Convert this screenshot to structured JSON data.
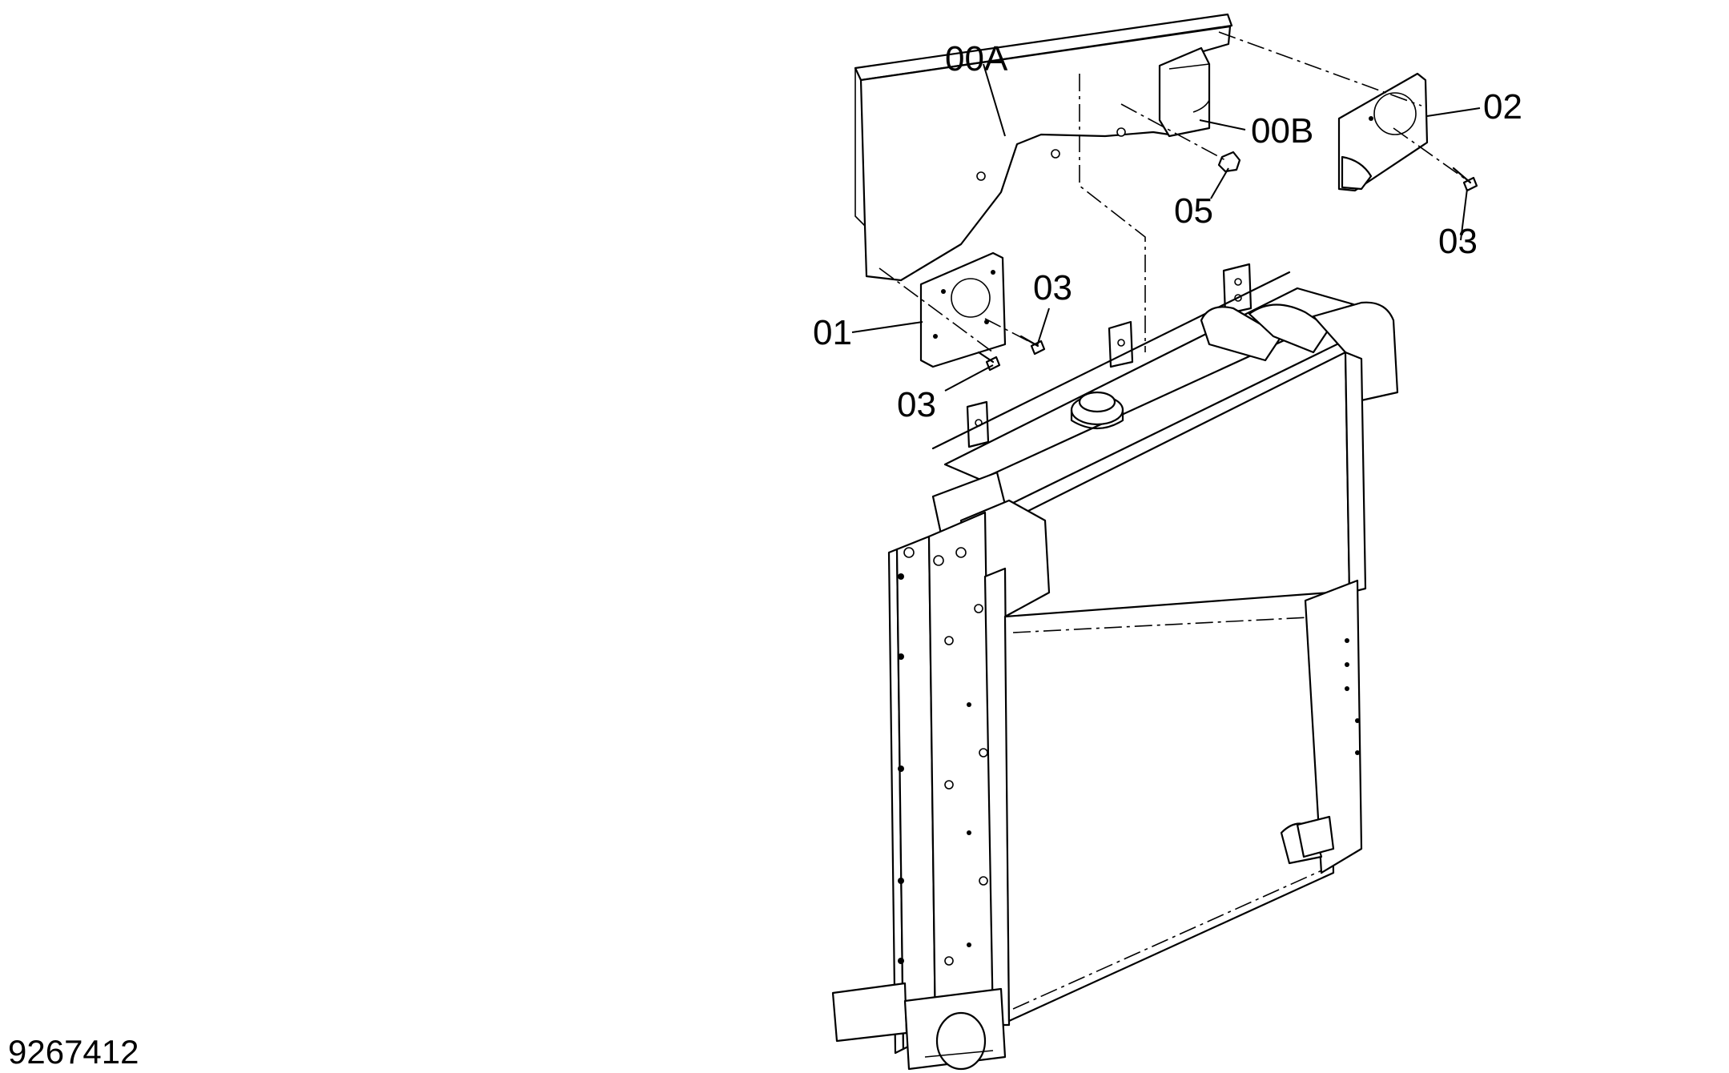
{
  "labels": {
    "part_00A": "00A",
    "part_00B": "00B",
    "part_01": "01",
    "part_02": "02",
    "part_03_right": "03",
    "part_03_mid": "03",
    "part_03_left": "03",
    "part_05": "05"
  },
  "drawing_number": "9267412"
}
